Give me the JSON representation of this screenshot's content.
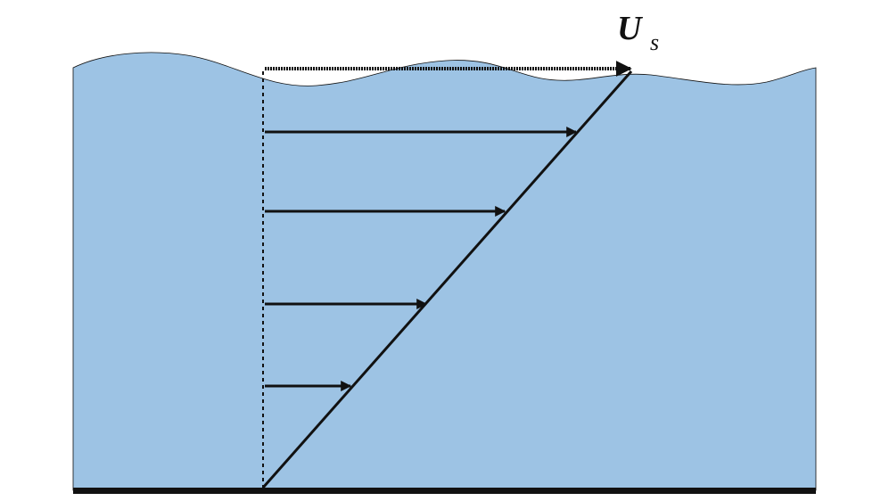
{
  "diagram": {
    "surface_label_main": "U",
    "surface_label_sub": "s",
    "colors": {
      "water": "#9dc3e4",
      "ink": "#111111",
      "background": "#ffffff"
    },
    "velocity_profile": {
      "shape": "linear",
      "arrows_relative_magnitudes": [
        1.0,
        0.85,
        0.66,
        0.44,
        0.23
      ]
    }
  }
}
